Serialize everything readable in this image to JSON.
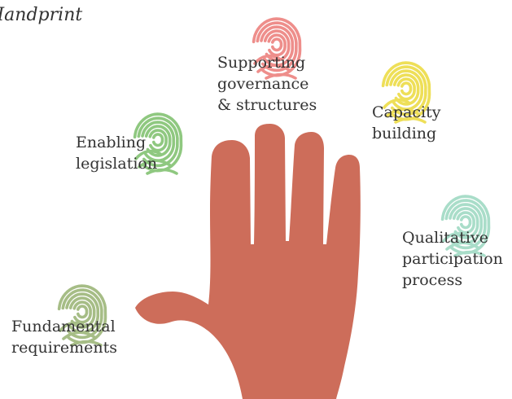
{
  "title": "Handprint",
  "colors": {
    "hand": "#cd6d5a",
    "fp_governance": "#ee8e8b",
    "fp_capacity": "#eedf58",
    "fp_legislation": "#8fc880",
    "fp_participation": "#a9ddc9",
    "fp_fundamental": "#a6bd86",
    "text": "#333333"
  },
  "icons": {
    "fingerprint": "fingerprint-icon",
    "hand": "hand-icon"
  },
  "labels": {
    "governance": {
      "line1": "Supporting",
      "line2": "governance",
      "line3": "& structures"
    },
    "capacity": {
      "line1": "Capacity",
      "line2": "building"
    },
    "legislation": {
      "line1": "Enabling",
      "line2": "legislation"
    },
    "participation": {
      "line1": "Qualitative",
      "line2": "participation",
      "line3": "process"
    },
    "fundamental": {
      "line1": "Fundamental",
      "line2": "requirements"
    }
  }
}
